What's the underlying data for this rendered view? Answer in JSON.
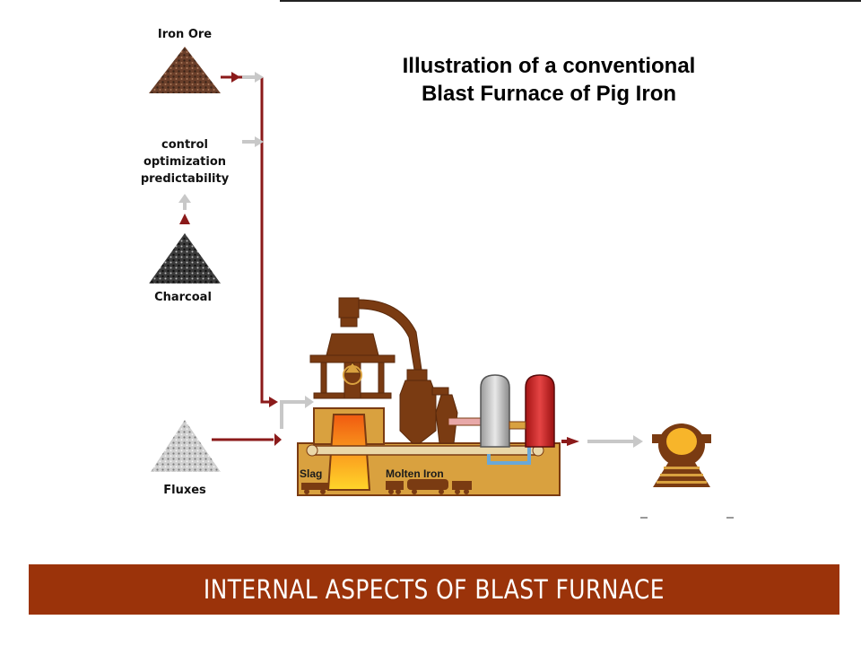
{
  "title": {
    "line1": "Illustration of a conventional",
    "line2": "Blast Furnace of Pig Iron"
  },
  "inputs": {
    "iron_ore": "Iron Ore",
    "benefits": [
      "control",
      "optimization",
      "predictability"
    ],
    "charcoal": "Charcoal",
    "fluxes": "Fluxes"
  },
  "furnace_labels": {
    "slag": "Slag",
    "molten_iron": "Molten Iron"
  },
  "banner": "INTERNAL ASPECTS OF BLAST FURNACE",
  "colors": {
    "arrow_red": "#8b1a1a",
    "arrow_grey": "#c8c8c8",
    "furnace_brown": "#7a3b12",
    "furnace_base": "#d9a13f",
    "banner": "#9b330a"
  }
}
